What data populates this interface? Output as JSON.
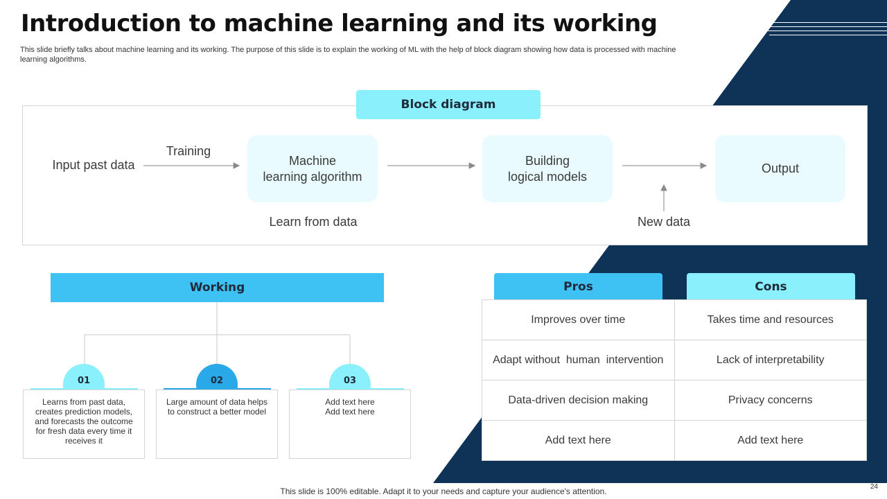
{
  "slide": {
    "title": "Introduction to machine learning and its working",
    "subtitle": "This slide briefly talks about machine learning and its working. The purpose of this slide is to explain the working of ML with the help of block diagram showing how data is processed with machine learning algorithms.",
    "footer": "This slide is 100% editable. Adapt it to your needs and capture your audience's attention.",
    "page_number": "24"
  },
  "colors": {
    "navy": "#0f3257",
    "light_cyan": "#8af0fb",
    "bright_blue": "#3ec1f3",
    "pale_box": "#e9fbfe"
  },
  "block_diagram": {
    "header": "Block diagram",
    "input_label": "Input past data",
    "training_label": "Training",
    "box_algorithm": "Machine\nlearning algorithm",
    "box_models": "Building\nlogical models",
    "box_output": "Output",
    "learn_label": "Learn from data",
    "new_data_label": "New data"
  },
  "working": {
    "header": "Working",
    "steps": [
      {
        "number": "01",
        "text": "Learns from past data, creates prediction models, and forecasts the outcome for fresh data every time it receives it"
      },
      {
        "number": "02",
        "text": "Large amount of data helps to construct a better model"
      },
      {
        "number": "03",
        "text": "Add text here\nAdd text here"
      }
    ]
  },
  "pros_cons": {
    "pros_header": "Pros",
    "cons_header": "Cons",
    "pros": [
      "Improves over time",
      "Adapt without  human  intervention",
      "Data-driven decision making",
      "Add text here"
    ],
    "cons": [
      "Takes time and resources",
      "Lack of interpretability",
      "Privacy concerns",
      "Add text here"
    ]
  }
}
